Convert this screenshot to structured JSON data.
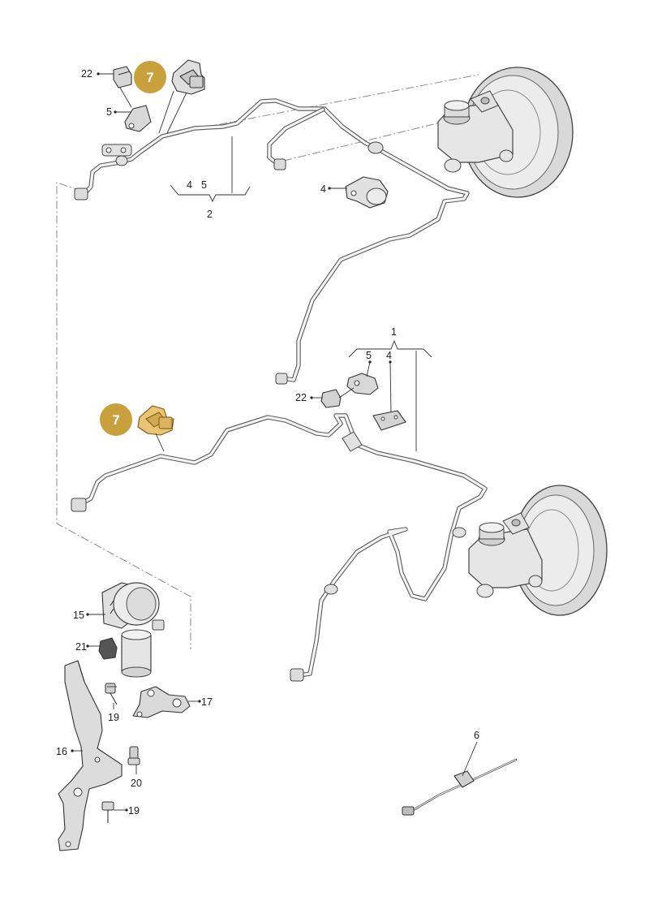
{
  "colors": {
    "badge_fill": "#c8a03c",
    "badge_text": "#ffffff",
    "highlight_part": "#e8c474",
    "line": "#555555",
    "part_fill": "#e6e6e6"
  },
  "callouts": {
    "top_22": "22",
    "top_badge": "7",
    "top_5": "5",
    "top_group_4": "4",
    "top_group_5": "5",
    "top_group_2": "2",
    "top_4": "4",
    "mid_group_1": "1",
    "mid_group_5": "5",
    "mid_group_4": "4",
    "mid_22": "22",
    "mid_badge": "7",
    "pump_15": "15",
    "pump_21": "21",
    "bolt_19a": "19",
    "bracket_17": "17",
    "bracket_16": "16",
    "bolt_20": "20",
    "bolt_19b": "19",
    "tie_6": "6"
  }
}
